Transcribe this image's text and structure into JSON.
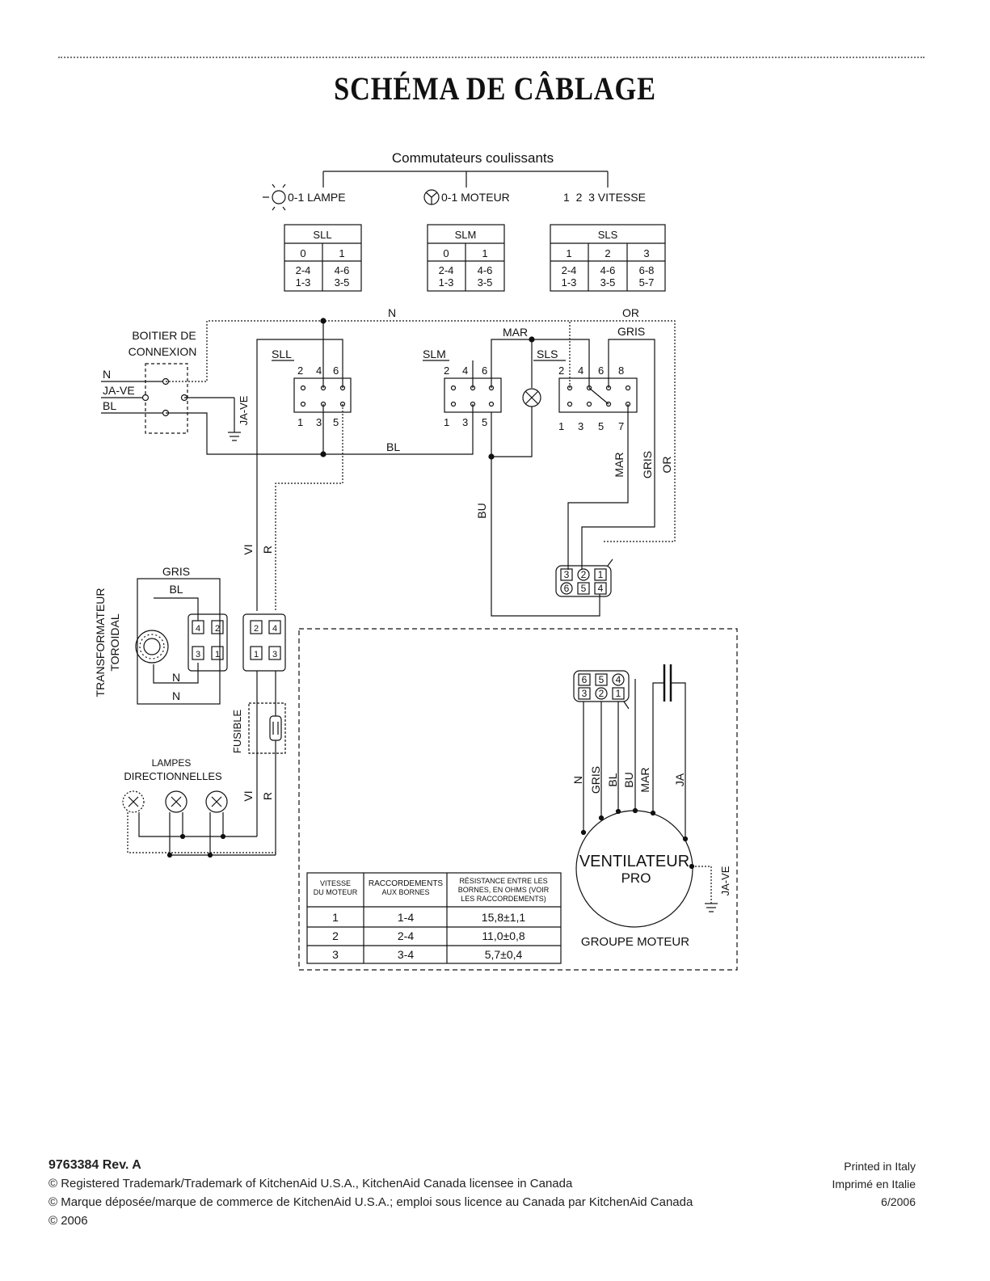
{
  "title": "SCHÉMA DE CÂBLAGE",
  "switches": {
    "heading": "Commutateurs coulissants",
    "lampe": "0-1 LAMPE",
    "moteur": "0-1 MOTEUR",
    "vitesse": "1  2  3 VITESSE",
    "sll": {
      "name": "SLL",
      "cols": [
        "0",
        "1"
      ],
      "row1": [
        "2-4",
        "4-6"
      ],
      "row2": [
        "1-3",
        "3-5"
      ]
    },
    "slm": {
      "name": "SLM",
      "cols": [
        "0",
        "1"
      ],
      "row1": [
        "2-4",
        "4-6"
      ],
      "row2": [
        "1-3",
        "3-5"
      ]
    },
    "sls": {
      "name": "SLS",
      "cols": [
        "1",
        "2",
        "3"
      ],
      "row1": [
        "2-4",
        "4-6",
        "6-8"
      ],
      "row2": [
        "1-3",
        "3-5",
        "5-7"
      ]
    }
  },
  "labels": {
    "boitier1": "BOITIER DE",
    "boitier2": "CONNEXION",
    "n": "N",
    "java": "JA-VE",
    "bl": "BL",
    "sll": "SLL",
    "slm": "SLM",
    "sls": "SLS",
    "mar": "MAR",
    "or": "OR",
    "gris": "GRIS",
    "bu": "BU",
    "vi": "VI",
    "r": "R",
    "ja": "JA",
    "pin2": "2",
    "pin4": "4",
    "pin6": "6",
    "pin8": "8",
    "pin1": "1",
    "pin3": "3",
    "pin5": "5",
    "pin7": "7",
    "transfo1": "TRANSFORMATEUR",
    "transfo2": "TOROIDAL",
    "fusible": "FUSIBLE",
    "lampes1": "LAMPES",
    "lampes2": "DIRECTIONNELLES",
    "ventilateur": "VENTILATEUR",
    "pro": "PRO",
    "groupe": "GROUPE MOTEUR"
  },
  "resistance_table": {
    "headers": [
      [
        "VITESSE",
        "DU MOTEUR"
      ],
      [
        "RACCORDEMENTS",
        "AUX BORNES"
      ],
      [
        "RÉSISTANCE ENTRE LES",
        "BORNES, EN OHMS (VOIR",
        "LES RACCORDEMENTS)"
      ]
    ],
    "rows": [
      [
        "1",
        "1-4",
        "15,8±1,1"
      ],
      [
        "2",
        "2-4",
        "11,0±0,8"
      ],
      [
        "3",
        "3-4",
        "5,7±0,4"
      ]
    ]
  },
  "footer": {
    "rev": "9763384 Rev. A",
    "line1": "© Registered Trademark/Trademark of KitchenAid U.S.A., KitchenAid Canada licensee in Canada",
    "line2": "© Marque déposée/marque de commerce de KitchenAid U.S.A.; emploi sous licence au Canada par KitchenAid Canada",
    "line3": "© 2006",
    "printed": "Printed in Italy",
    "imprime": "Imprimé en Italie",
    "date": "6/2006"
  }
}
